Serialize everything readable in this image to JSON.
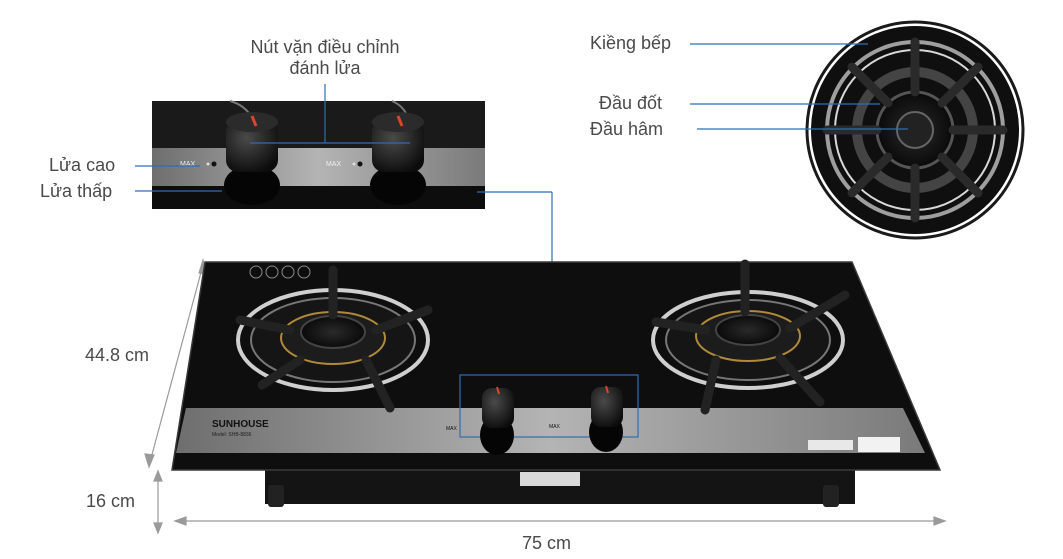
{
  "annotations": {
    "knob_adjust_line1": "Nút vặn điều chỉnh",
    "knob_adjust_line2": "đánh lửa",
    "high_flame": "Lửa cao",
    "low_flame": "Lửa thấp",
    "pan_support": "Kiềng bếp",
    "burner_head": "Đầu đốt",
    "simmer_burner": "Đầu hâm"
  },
  "dimensions": {
    "depth": "44.8 cm",
    "height": "16 cm",
    "width": "75 cm"
  },
  "product": {
    "brand": "SUNHOUSE",
    "model": "Model: SHB-8836",
    "knob_label": "MAX"
  },
  "colors": {
    "glass": "#111111",
    "steel_strip": "#8c8c8c",
    "callout_line": "#2f6db4",
    "dimension_line": "#9a9a9a"
  }
}
